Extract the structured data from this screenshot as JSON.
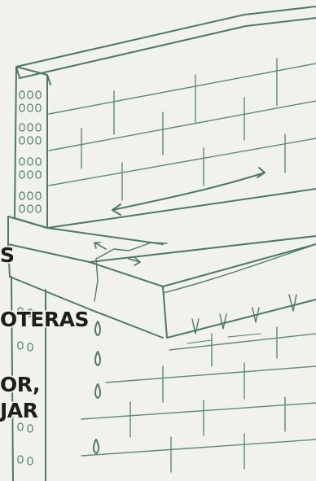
{
  "caption": {
    "line1": "S",
    "line2": "OTERAS",
    "line3": "OR,",
    "line4": "JAR"
  },
  "colors": {
    "ink": "#4e7a63",
    "paper": "#f1f2ed",
    "text": "#1d1d1b"
  },
  "icons": [
    "ventilation-holes",
    "water-drop-icon",
    "arrow-icon",
    "crack-mark"
  ]
}
